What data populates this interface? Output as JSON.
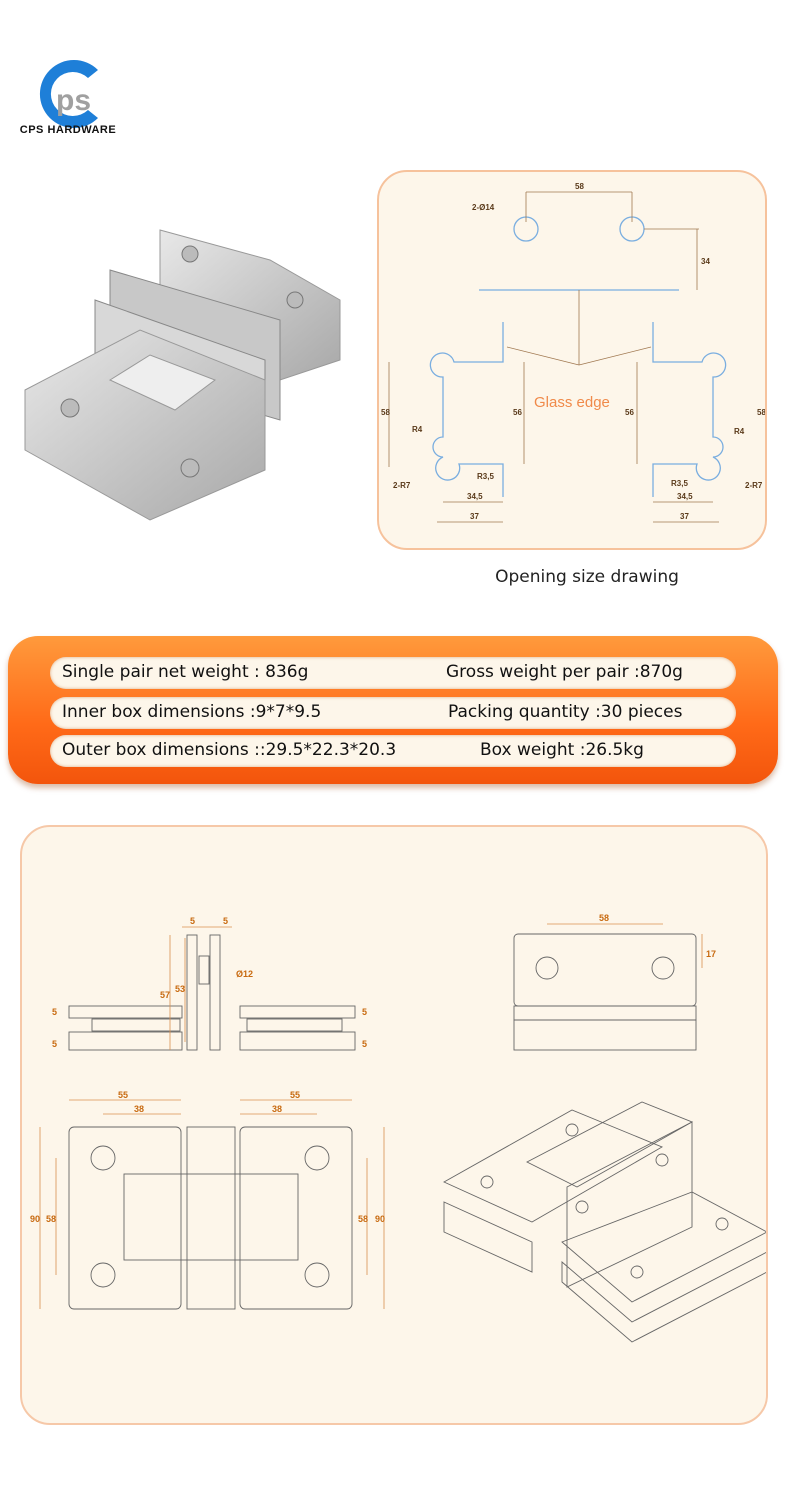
{
  "brand": {
    "name": "CPS HARDWARE",
    "logo_letters": "CPS",
    "colors": {
      "blue": "#1e7fd8",
      "gray": "#9a9a9a"
    }
  },
  "opening_drawing": {
    "caption": "Opening size drawing",
    "label": "Glass edge",
    "dims": {
      "hole_spacing": "58",
      "holes": "2-Ø14",
      "offset": "34",
      "h_left": "58",
      "h_inner_left": "56",
      "h_inner_right": "56",
      "h_right": "58",
      "r4_left": "R4",
      "r4_right": "R4",
      "r7_left": "2-R7",
      "r7_right": "2-R7",
      "r35_left": "R3,5",
      "r35_right": "R3,5",
      "w345_left": "34,5",
      "w345_right": "34,5",
      "w37_left": "37",
      "w37_right": "37"
    }
  },
  "specs": [
    {
      "left": "Single pair net weight : 836g",
      "right": "Gross weight per pair :870g"
    },
    {
      "left": "Inner box dimensions :9*7*9.5",
      "right": "Packing quantity :30 pieces"
    },
    {
      "left": "Outer box dimensions ::29.5*22.3*20.3",
      "right": "Box weight :26.5kg"
    }
  ],
  "tech_drawing": {
    "side": {
      "t1": "5",
      "t2": "5",
      "h57": "57",
      "h53": "53",
      "d12": "Ø12",
      "l5a": "5",
      "l5b": "5",
      "r5a": "5",
      "r5b": "5"
    },
    "back": {
      "spacing": "58",
      "offset": "17"
    },
    "front": {
      "w55_left": "55",
      "w38_left": "38",
      "w55_right": "55",
      "w38_right": "38",
      "h90_left": "90",
      "h58_left": "58",
      "h58_right": "58",
      "h90_right": "90"
    }
  },
  "colors": {
    "accent": "#ff6a18",
    "panel": "#fdf6ea",
    "dim": "#c87a2a",
    "line": "#7aaee0"
  }
}
